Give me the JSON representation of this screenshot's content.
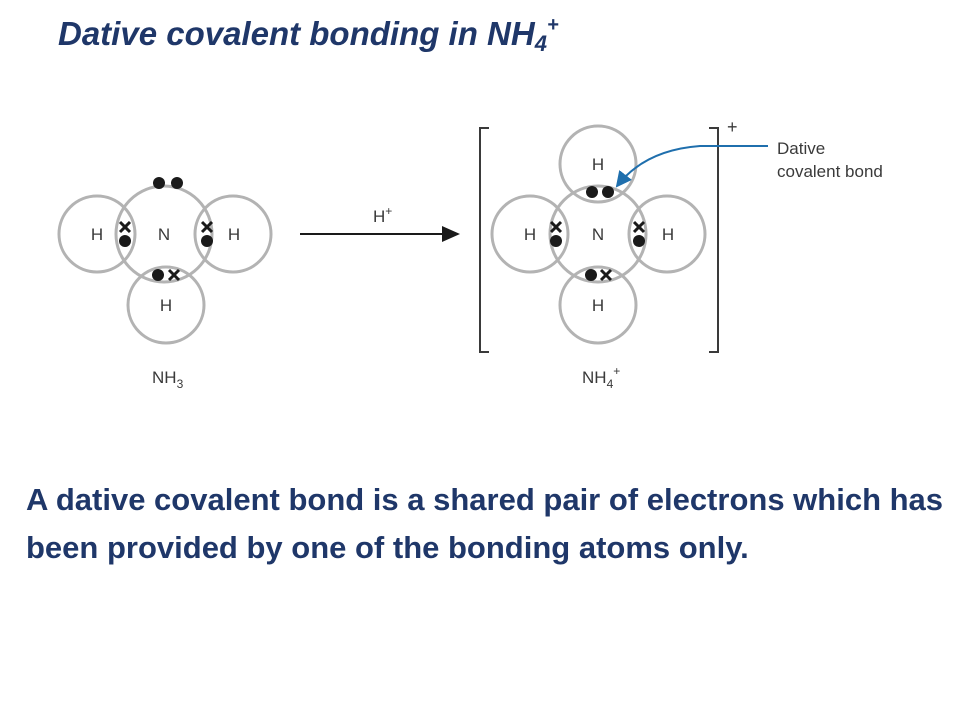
{
  "colors": {
    "heading": "#1f3769",
    "circle_stroke": "#b3b3b3",
    "ink": "#1a1a1a",
    "arrow_blue": "#1f6fad",
    "label_gray": "#3a3a3a"
  },
  "title": {
    "main": "Dative covalent bonding in NH",
    "subscript": "4",
    "superscript": "+"
  },
  "reaction": {
    "reagent": "H",
    "reagent_charge": "+"
  },
  "nh3": {
    "center": "N",
    "h_left": "H",
    "h_right": "H",
    "h_bottom": "H",
    "caption_main": "NH",
    "caption_sub": "3"
  },
  "nh4": {
    "center": "N",
    "h_top": "H",
    "h_left": "H",
    "h_right": "H",
    "h_bottom": "H",
    "caption_main": "NH",
    "caption_sub": "4",
    "caption_sup": "+",
    "charge": "+"
  },
  "annotation": {
    "line1": "Dative",
    "line2": "covalent bond"
  },
  "definition": "A dative covalent bond is a shared pair of electrons which has been provided by one of the bonding atoms only.",
  "icons": {
    "electron_dot": "filled-circle",
    "electron_cross": "x-mark"
  }
}
